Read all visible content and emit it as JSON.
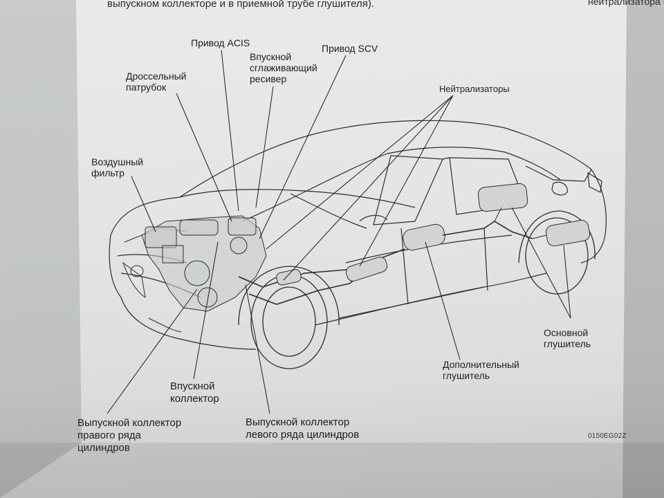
{
  "document": {
    "header_fragment_left": "выпускном коллекторе и в приемной трубе глушителя).",
    "header_fragment_right": "нейтрализатора (в",
    "figure_code": "0150EG02Z"
  },
  "labels": {
    "acis": "Привод ACIS",
    "receiver": "Впускной\nсглаживающий\nресивер",
    "scv": "Привод SCV",
    "throttle": "Дроссельный\nпатрубок",
    "catalysts": "Нейтрализаторы",
    "air_filter": "Воздушный\nфильтр",
    "main_muffler": "Основной\nглушитель",
    "aux_muffler": "Дополнительный\nглушитель",
    "intake_manifold": "Впускной\nколлектор",
    "exhaust_right": "Выпускной коллектор\nправого ряда\nцилиндров",
    "exhaust_left": "Выпускной коллектор\nлевого ряда цилиндров"
  }
}
